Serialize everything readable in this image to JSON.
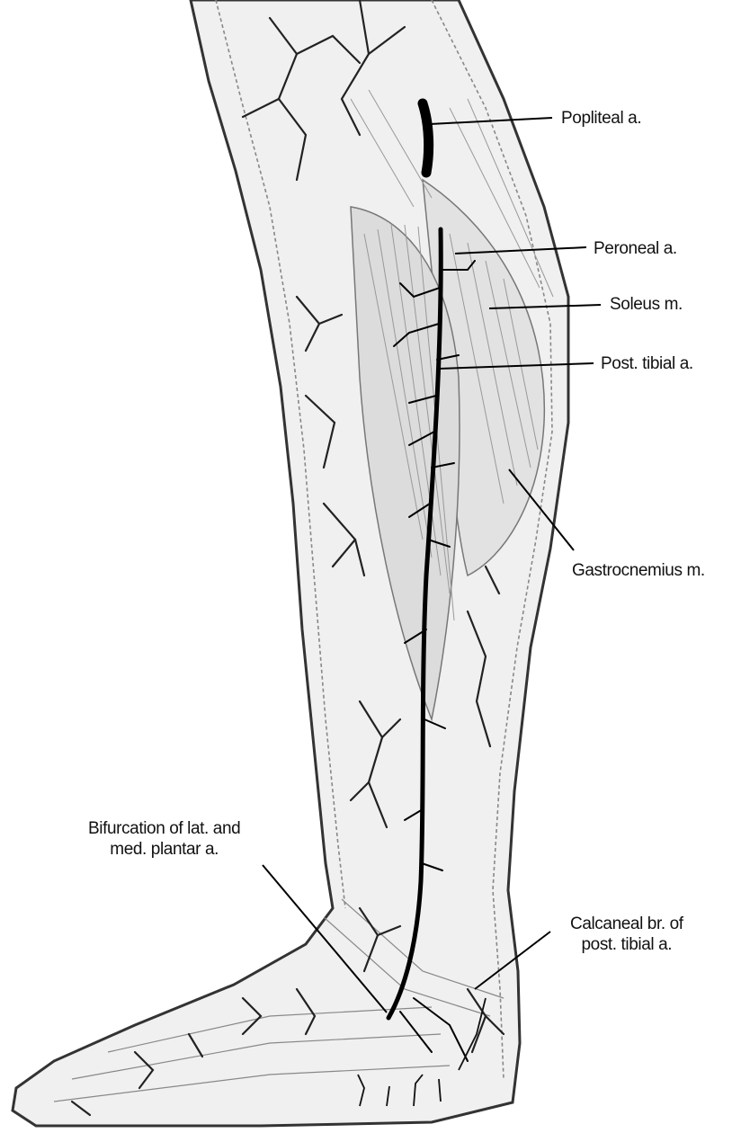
{
  "labels": {
    "popliteal": "Popliteal a.",
    "peroneal": "Peroneal a.",
    "soleus": "Soleus m.",
    "post_tibial": "Post. tibial a.",
    "gastrocnemius": "Gastrocnemius m.",
    "bifurcation_line1": "Bifurcation of lat. and",
    "bifurcation_line2": "med. plantar a.",
    "calcaneal_line1": "Calcaneal br. of",
    "calcaneal_line2": "post. tibial a."
  }
}
